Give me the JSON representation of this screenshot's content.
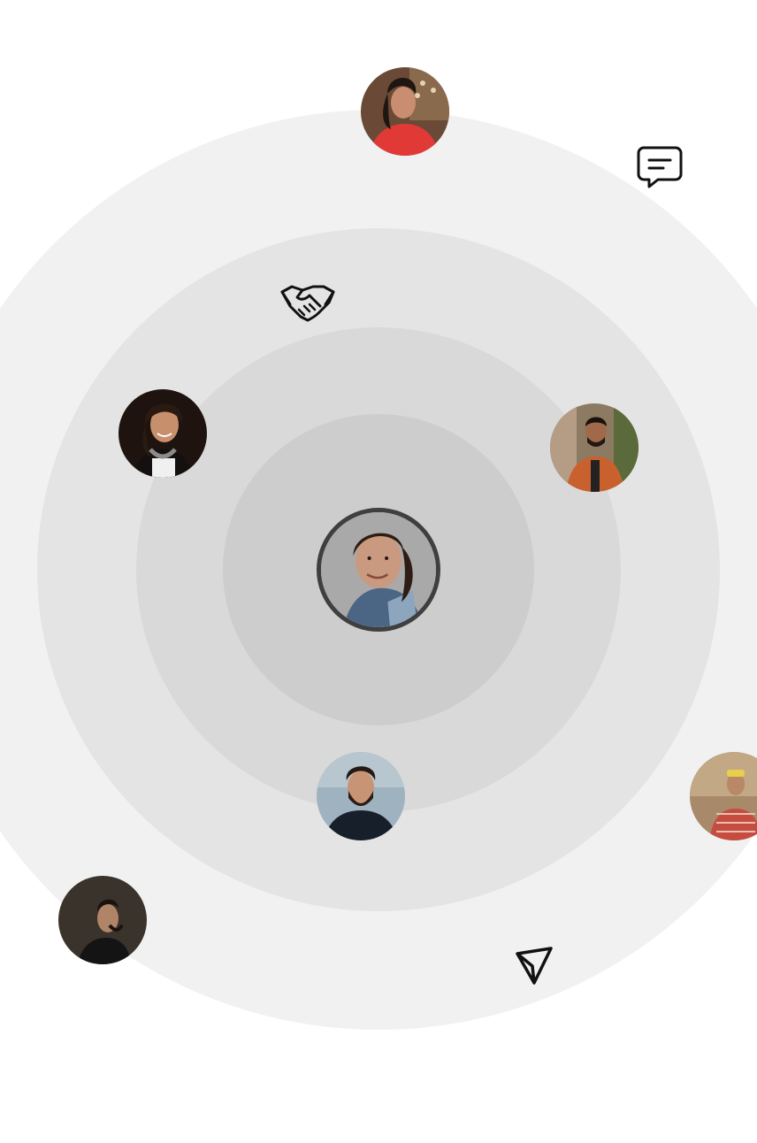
{
  "profile": {
    "center_avatar_label": "",
    "connections": [
      {
        "position": "top",
        "label": ""
      },
      {
        "position": "left",
        "label": ""
      },
      {
        "position": "right",
        "label": ""
      },
      {
        "position": "bottom",
        "label": ""
      },
      {
        "position": "far-right",
        "label": ""
      },
      {
        "position": "bottom-left",
        "label": ""
      }
    ]
  },
  "icons": {
    "chat": "chat-bubble-icon",
    "handshake": "handshake-icon",
    "navigation": "navigation-arrow-icon"
  },
  "colors": {
    "ring_outer": "#f1f1f1",
    "ring_2": "#e4e4e4",
    "ring_3": "#d9d9d9",
    "ring_inner": "#cdcdcd",
    "center_border": "#3f3f3f",
    "icon_stroke": "#111111"
  }
}
